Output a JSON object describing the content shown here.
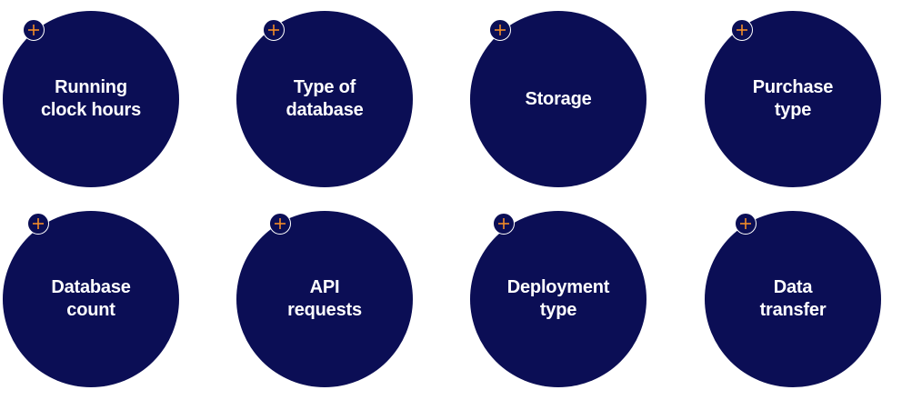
{
  "colors": {
    "circle": "#0b0e55",
    "label": "#ffffff",
    "plus": "#f28c28",
    "ring": "#ffffff"
  },
  "cards": [
    {
      "label": "Running\nclock hours",
      "icon": "plus-icon"
    },
    {
      "label": "Type of\ndatabase",
      "icon": "plus-icon"
    },
    {
      "label": "Storage",
      "icon": "plus-icon"
    },
    {
      "label": "Purchase\ntype",
      "icon": "plus-icon"
    },
    {
      "label": "Database\ncount",
      "icon": "plus-icon"
    },
    {
      "label": "API\nrequests",
      "icon": "plus-icon"
    },
    {
      "label": "Deployment\ntype",
      "icon": "plus-icon"
    },
    {
      "label": "Data\ntransfer",
      "icon": "plus-icon"
    }
  ]
}
